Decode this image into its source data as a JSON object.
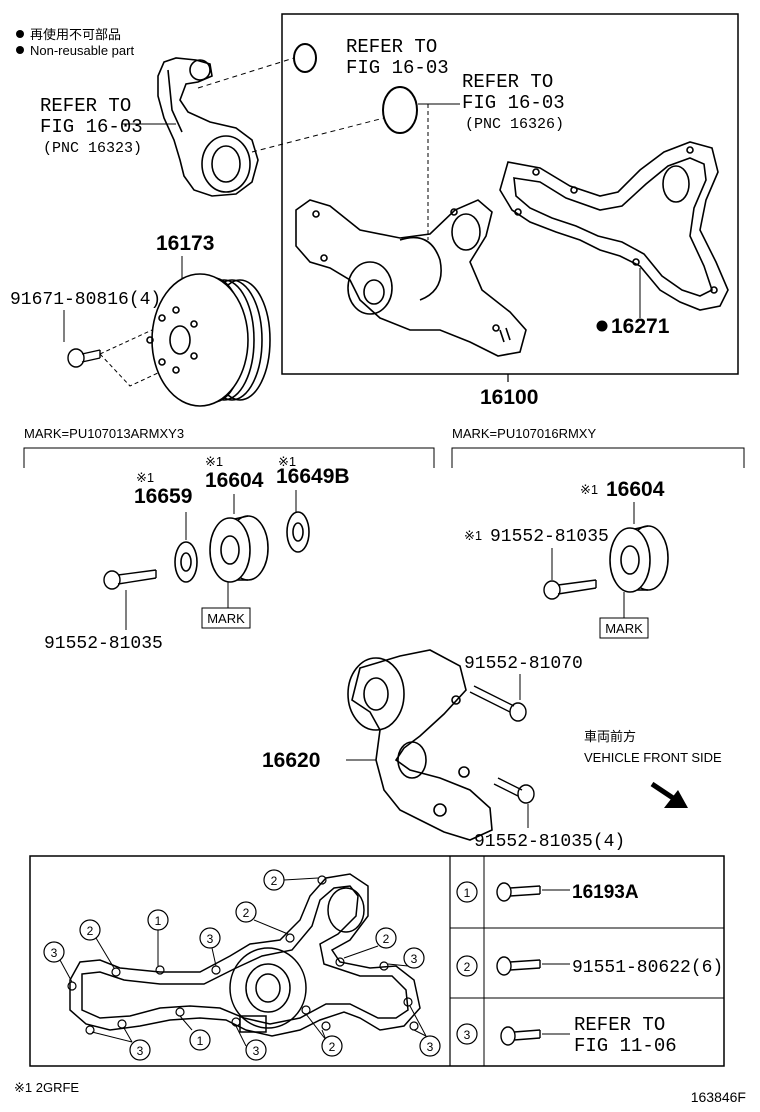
{
  "legend": {
    "line1": "再使用不可部品",
    "line2": "Non-reusable part"
  },
  "refs": {
    "ref_a_line1": "REFER TO",
    "ref_a_line2": "FIG 16-03",
    "ref_b_line1": "REFER TO",
    "ref_b_line2": "FIG 16-03",
    "ref_b_line3": "(PNC 16326)",
    "ref_c_line1": "REFER TO",
    "ref_c_line2": "FIG 16-03",
    "ref_c_line3": "(PNC 16323)"
  },
  "parts": {
    "p16173": "16173",
    "p91671": "91671-80816(4)",
    "p16271": "16271",
    "p16100": "16100",
    "left_p16659": "16659",
    "left_p16604": "16604",
    "left_p16649B": "16649B",
    "left_p91552": "91552-81035",
    "right_p16604": "16604",
    "right_p91552": "91552-81035",
    "p91552_81070": "91552-81070",
    "p16620": "16620",
    "p91552_81035_4": "91552-81035(4)"
  },
  "marks": {
    "left_mark_header": "MARK=PU107013ARMXY3",
    "right_mark_header": "MARK=PU107016RMXY",
    "mark_label": "MARK",
    "note_symbol": "※1"
  },
  "vehicle": {
    "jp": "車両前方",
    "en": "VEHICLE FRONT SIDE"
  },
  "callout_table": {
    "rows": [
      {
        "num": "1",
        "text": "16193A"
      },
      {
        "num": "2",
        "text": "91551-80622(6)"
      },
      {
        "num": "3",
        "text_line1": "REFER TO",
        "text_line2": "FIG 11-06"
      }
    ]
  },
  "bolt_callouts": {
    "one": "1",
    "two": "2",
    "three": "3"
  },
  "footer": {
    "note": "※1 2GRFE",
    "figure_id": "163846F"
  }
}
